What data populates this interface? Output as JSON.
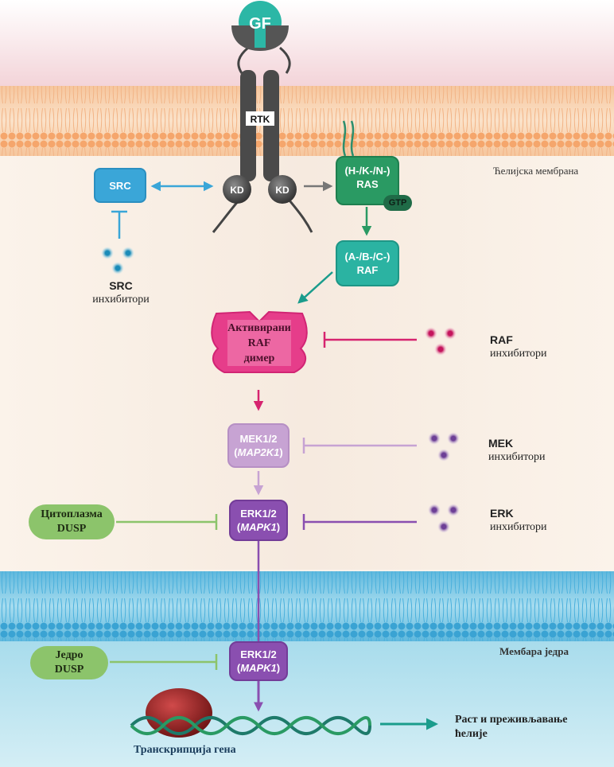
{
  "receptor": {
    "gf": "GF",
    "rtk": "RTK",
    "kd_left": "KD",
    "kd_right": "KD"
  },
  "src": {
    "box": "SRC",
    "inhibitor_name": "SRC",
    "inhibitor_word": "инхибитори"
  },
  "ras": {
    "line1": "(H-/K-/N-)",
    "line2": "RAS",
    "gtp": "GTP"
  },
  "raf": {
    "line1": "(A-/B-/C-)",
    "line2": "RAF"
  },
  "raf_dimer": {
    "line1": "Активирани",
    "line2": "RAF",
    "line3": "димер"
  },
  "raf_inhibitors": {
    "name": "RAF",
    "word": "инхибитори"
  },
  "mek": {
    "line1": "MEK1/2",
    "line2": "MAP2K1"
  },
  "mek_inhibitors": {
    "name": "MEK",
    "word": "инхибитори"
  },
  "erk_cyto": {
    "line1": "ERK1/2",
    "line2": "MAPK1"
  },
  "erk_inhibitors": {
    "name": "ERK",
    "word": "инхибитори"
  },
  "erk_nuc": {
    "line1": "ERK1/2",
    "line2": "MAPK1"
  },
  "dusp_cyto": {
    "line1": "Цитоплазма",
    "line2": "DUSP"
  },
  "dusp_nuc": {
    "line1": "Једро",
    "line2": "DUSP"
  },
  "labels": {
    "cell_membrane": "Ћелијска мембрана",
    "nuclear_membrane": "Мембара једра",
    "transcription": "Транскрипција гена",
    "outcome_line1": "Раст и преживљавање",
    "outcome_line2": "ћелије"
  },
  "colors": {
    "src": "#3aa6d8",
    "ras": "#2a9a63",
    "raf": "#2bb3a2",
    "raf_dimer": "#e63d8a",
    "mek": "#c7a3d3",
    "erk": "#8a4fb0",
    "dusp": "#8cc46b",
    "teal_arrow": "#1a9c8c"
  }
}
